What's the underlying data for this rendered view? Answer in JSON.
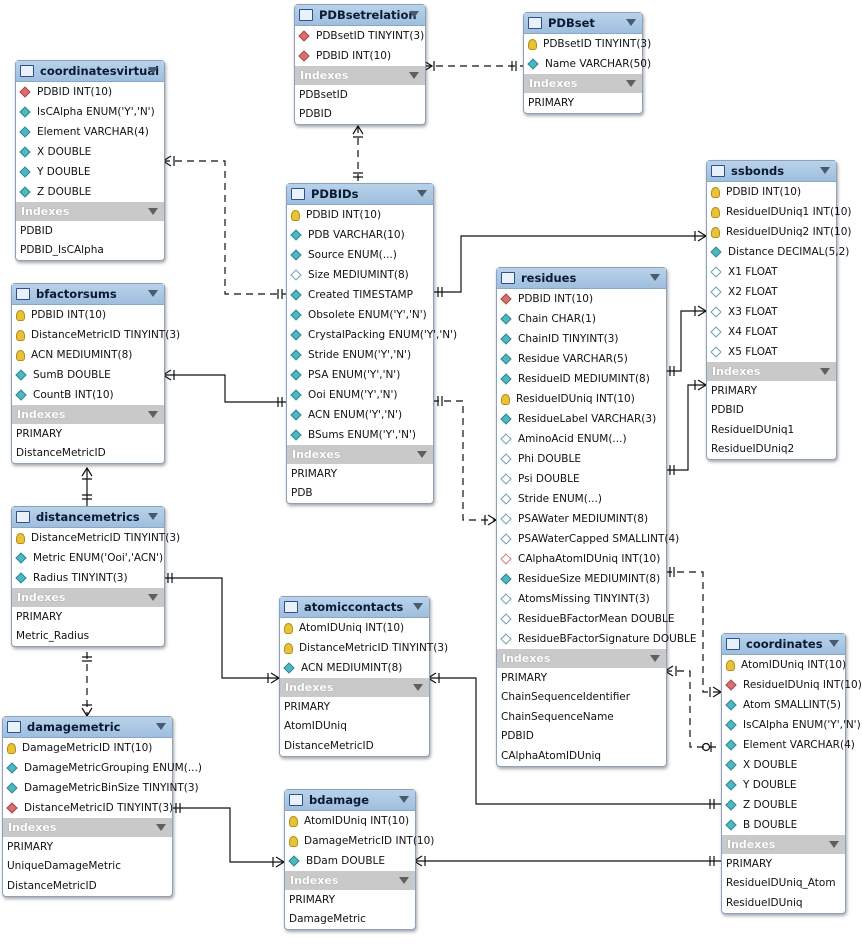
{
  "indexes_label": "Indexes",
  "tables": [
    {
      "id": "pdbsetrelation",
      "name": "PDBsetrelation",
      "columns": [
        [
          "PDBsetID TINYINT(3)",
          "fk"
        ],
        [
          "PDBID INT(10)",
          "fk"
        ]
      ],
      "indexes": [
        "PDBsetID",
        "PDBID"
      ]
    },
    {
      "id": "pdbset",
      "name": "PDBset",
      "columns": [
        [
          "PDBsetID TINYINT(3)",
          "pk"
        ],
        [
          "Name VARCHAR(50)",
          "norm"
        ]
      ],
      "indexes": [
        "PRIMARY"
      ]
    },
    {
      "id": "coordinatesvirtual",
      "name": "coordinatesvirtual",
      "columns": [
        [
          "PDBID INT(10)",
          "fk"
        ],
        [
          "IsCAlpha ENUM('Y','N')",
          "norm"
        ],
        [
          "Element VARCHAR(4)",
          "norm"
        ],
        [
          "X DOUBLE",
          "norm"
        ],
        [
          "Y DOUBLE",
          "norm"
        ],
        [
          "Z DOUBLE",
          "norm"
        ]
      ],
      "indexes": [
        "PDBID",
        "PDBID_IsCAlpha"
      ]
    },
    {
      "id": "pdbids",
      "name": "PDBIDs",
      "columns": [
        [
          "PDBID INT(10)",
          "pk"
        ],
        [
          "PDB VARCHAR(10)",
          "norm"
        ],
        [
          "Source ENUM(...)",
          "norm"
        ],
        [
          "Size MEDIUMINT(8)",
          "open"
        ],
        [
          "Created TIMESTAMP",
          "norm"
        ],
        [
          "Obsolete ENUM('Y','N')",
          "norm"
        ],
        [
          "CrystalPacking ENUM('Y','N')",
          "norm"
        ],
        [
          "Stride ENUM('Y','N')",
          "norm"
        ],
        [
          "PSA ENUM('Y','N')",
          "norm"
        ],
        [
          "Ooi ENUM('Y','N')",
          "norm"
        ],
        [
          "ACN ENUM('Y','N')",
          "norm"
        ],
        [
          "BSums ENUM('Y','N')",
          "norm"
        ]
      ],
      "indexes": [
        "PRIMARY",
        "PDB"
      ]
    },
    {
      "id": "ssbonds",
      "name": "ssbonds",
      "columns": [
        [
          "PDBID INT(10)",
          "pk"
        ],
        [
          "ResidueIDUniq1 INT(10)",
          "pk"
        ],
        [
          "ResidueIDUniq2 INT(10)",
          "pk"
        ],
        [
          "Distance DECIMAL(5,2)",
          "norm"
        ],
        [
          "X1 FLOAT",
          "open"
        ],
        [
          "X2 FLOAT",
          "open"
        ],
        [
          "X3 FLOAT",
          "open"
        ],
        [
          "X4 FLOAT",
          "open"
        ],
        [
          "X5 FLOAT",
          "open"
        ]
      ],
      "indexes": [
        "PRIMARY",
        "PDBID",
        "ResidueIDUniq1",
        "ResidueIDUniq2"
      ]
    },
    {
      "id": "bfactorsums",
      "name": "bfactorsums",
      "columns": [
        [
          "PDBID INT(10)",
          "pk"
        ],
        [
          "DistanceMetricID TINYINT(3)",
          "pk"
        ],
        [
          "ACN MEDIUMINT(8)",
          "pk"
        ],
        [
          "SumB DOUBLE",
          "norm"
        ],
        [
          "CountB INT(10)",
          "norm"
        ]
      ],
      "indexes": [
        "PRIMARY",
        "DistanceMetricID"
      ]
    },
    {
      "id": "residues",
      "name": "residues",
      "columns": [
        [
          "PDBID INT(10)",
          "fk"
        ],
        [
          "Chain CHAR(1)",
          "norm"
        ],
        [
          "ChainID TINYINT(3)",
          "norm"
        ],
        [
          "Residue VARCHAR(5)",
          "norm"
        ],
        [
          "ResidueID MEDIUMINT(8)",
          "norm"
        ],
        [
          "ResidueIDUniq INT(10)",
          "pk"
        ],
        [
          "ResidueLabel VARCHAR(3)",
          "norm"
        ],
        [
          "AminoAcid ENUM(...)",
          "open"
        ],
        [
          "Phi DOUBLE",
          "open"
        ],
        [
          "Psi DOUBLE",
          "open"
        ],
        [
          "Stride ENUM(...)",
          "open"
        ],
        [
          "PSAWater MEDIUMINT(8)",
          "open"
        ],
        [
          "PSAWaterCapped SMALLINT(4)",
          "open"
        ],
        [
          "CAlphaAtomIDUniq INT(10)",
          "fkopen"
        ],
        [
          "ResidueSize MEDIUMINT(8)",
          "norm"
        ],
        [
          "AtomsMissing TINYINT(3)",
          "open"
        ],
        [
          "ResidueBFactorMean DOUBLE",
          "open"
        ],
        [
          "ResidueBFactorSignature DOUBLE",
          "open"
        ]
      ],
      "indexes": [
        "PRIMARY",
        "ChainSequenceIdentifier",
        "ChainSequenceName",
        "PDBID",
        "CAlphaAtomIDUniq"
      ]
    },
    {
      "id": "distancemetrics",
      "name": "distancemetrics",
      "columns": [
        [
          "DistanceMetricID TINYINT(3)",
          "pk"
        ],
        [
          "Metric ENUM('Ooi','ACN')",
          "norm"
        ],
        [
          "Radius TINYINT(3)",
          "norm"
        ]
      ],
      "indexes": [
        "PRIMARY",
        "Metric_Radius"
      ]
    },
    {
      "id": "atomiccontacts",
      "name": "atomiccontacts",
      "columns": [
        [
          "AtomIDUniq INT(10)",
          "pk"
        ],
        [
          "DistanceMetricID TINYINT(3)",
          "pk"
        ],
        [
          "ACN MEDIUMINT(8)",
          "norm"
        ]
      ],
      "indexes": [
        "PRIMARY",
        "AtomIDUniq",
        "DistanceMetricID"
      ]
    },
    {
      "id": "coordinates",
      "name": "coordinates",
      "columns": [
        [
          "AtomIDUniq INT(10)",
          "pk"
        ],
        [
          "ResidueIDUniq INT(10)",
          "fk"
        ],
        [
          "Atom SMALLINT(5)",
          "norm"
        ],
        [
          "IsCAlpha ENUM('Y','N')",
          "norm"
        ],
        [
          "Element VARCHAR(4)",
          "norm"
        ],
        [
          "X DOUBLE",
          "norm"
        ],
        [
          "Y DOUBLE",
          "norm"
        ],
        [
          "Z DOUBLE",
          "norm"
        ],
        [
          "B DOUBLE",
          "norm"
        ]
      ],
      "indexes": [
        "PRIMARY",
        "ResidueIDUniq_Atom",
        "ResidueIDUniq"
      ]
    },
    {
      "id": "damagemetric",
      "name": "damagemetric",
      "columns": [
        [
          "DamageMetricID INT(10)",
          "pk"
        ],
        [
          "DamageMetricGrouping ENUM(...)",
          "norm"
        ],
        [
          "DamageMetricBinSize TINYINT(3)",
          "norm"
        ],
        [
          "DistanceMetricID TINYINT(3)",
          "fk"
        ]
      ],
      "indexes": [
        "PRIMARY",
        "UniqueDamageMetric",
        "DistanceMetricID"
      ]
    },
    {
      "id": "bdamage",
      "name": "bdamage",
      "columns": [
        [
          "AtomIDUniq INT(10)",
          "pk"
        ],
        [
          "DamageMetricID INT(10)",
          "pk"
        ],
        [
          "BDam DOUBLE",
          "norm"
        ]
      ],
      "indexes": [
        "PRIMARY",
        "DamageMetric"
      ]
    }
  ]
}
